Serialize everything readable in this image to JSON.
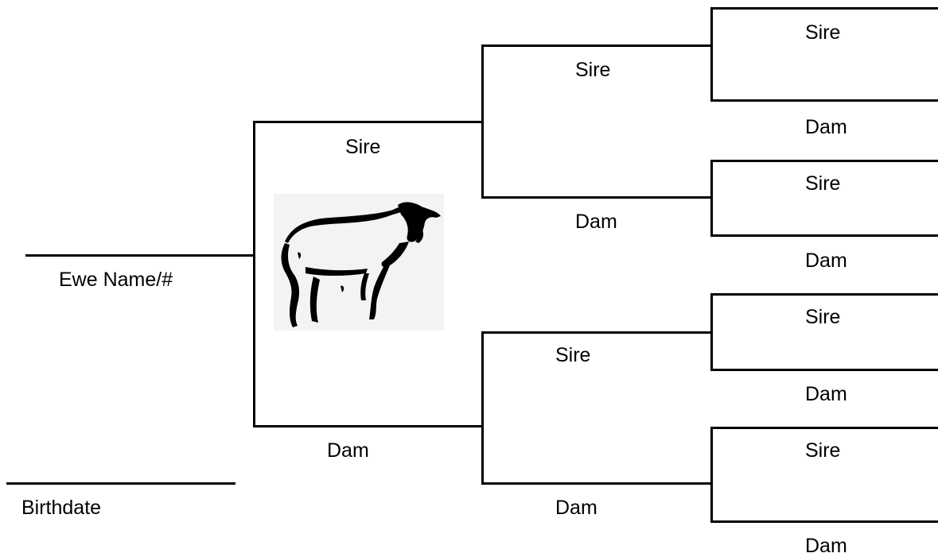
{
  "ewe_name_label": "Ewe Name/#",
  "birthdate_label": "Birthdate",
  "gen1": {
    "sire": "Sire",
    "dam": "Dam"
  },
  "gen2": {
    "sire_sire": "Sire",
    "sire_dam": "Dam",
    "dam_sire": "Sire",
    "dam_dam": "Dam"
  },
  "gen3": [
    {
      "sire": "Sire",
      "dam": "Dam"
    },
    {
      "sire": "Sire",
      "dam": "Dam"
    },
    {
      "sire": "Sire",
      "dam": "Dam"
    },
    {
      "sire": "Sire",
      "dam": "Dam"
    }
  ],
  "image_icon": "sheep-icon"
}
